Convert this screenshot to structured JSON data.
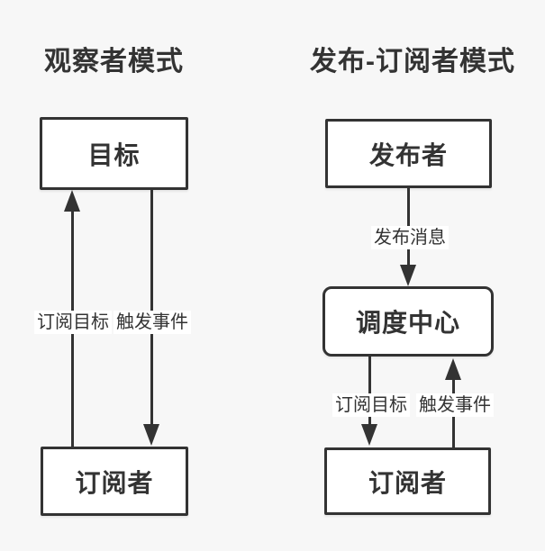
{
  "canvas": {
    "bg": "#f7f7f7",
    "stroke": "#333333",
    "node_fill": "#ffffff",
    "text_color": "#333333"
  },
  "observer": {
    "title": "观察者模式",
    "target_node": "目标",
    "subscriber_node": "订阅者",
    "subscribe_edge_label": "订阅目标",
    "trigger_edge_label": "触发事件"
  },
  "pubsub": {
    "title": "发布-订阅者模式",
    "publisher_node": "发布者",
    "dispatch_node": "调度中心",
    "subscriber_node": "订阅者",
    "publish_edge_label": "发布消息",
    "subscribe_edge_label": "订阅目标",
    "trigger_edge_label": "触发事件"
  }
}
